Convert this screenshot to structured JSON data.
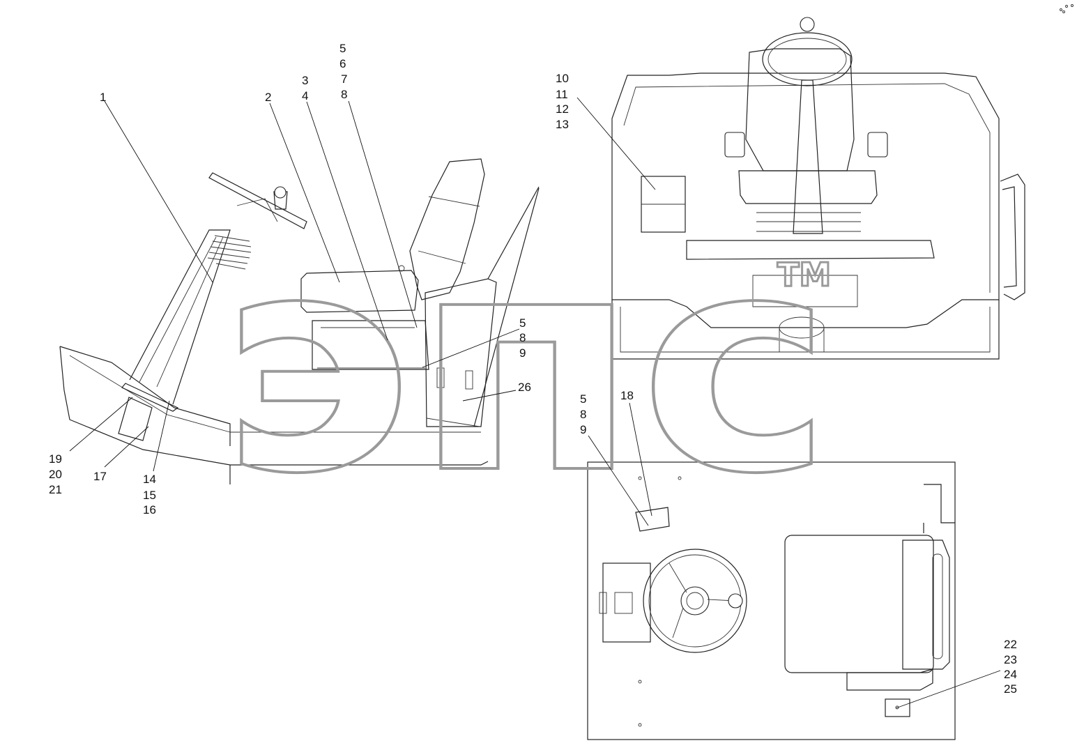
{
  "watermark": {
    "text": "эпс",
    "trademark": "TM"
  },
  "side_view": {
    "labels": [
      {
        "id": "c1",
        "lines": [
          "1"
        ]
      },
      {
        "id": "c2",
        "lines": [
          "2"
        ]
      },
      {
        "id": "c3",
        "lines": [
          "3",
          "4"
        ]
      },
      {
        "id": "c5",
        "lines": [
          "5",
          "6",
          "7",
          "8"
        ]
      },
      {
        "id": "c589a",
        "lines": [
          "5",
          "8",
          "9"
        ]
      },
      {
        "id": "c26",
        "lines": [
          "26"
        ]
      },
      {
        "id": "c19",
        "lines": [
          "19",
          "20",
          "21"
        ]
      },
      {
        "id": "c17",
        "lines": [
          "17"
        ]
      },
      {
        "id": "c14",
        "lines": [
          "14",
          "15",
          "16"
        ]
      }
    ]
  },
  "front_view": {
    "labels": [
      {
        "id": "c10",
        "lines": [
          "10",
          "11",
          "12",
          "13"
        ]
      }
    ]
  },
  "top_view": {
    "labels": [
      {
        "id": "c589b",
        "lines": [
          "5",
          "8",
          "9"
        ]
      },
      {
        "id": "c18",
        "lines": [
          "18"
        ]
      },
      {
        "id": "c22",
        "lines": [
          "22",
          "23",
          "24",
          "25"
        ]
      }
    ]
  }
}
